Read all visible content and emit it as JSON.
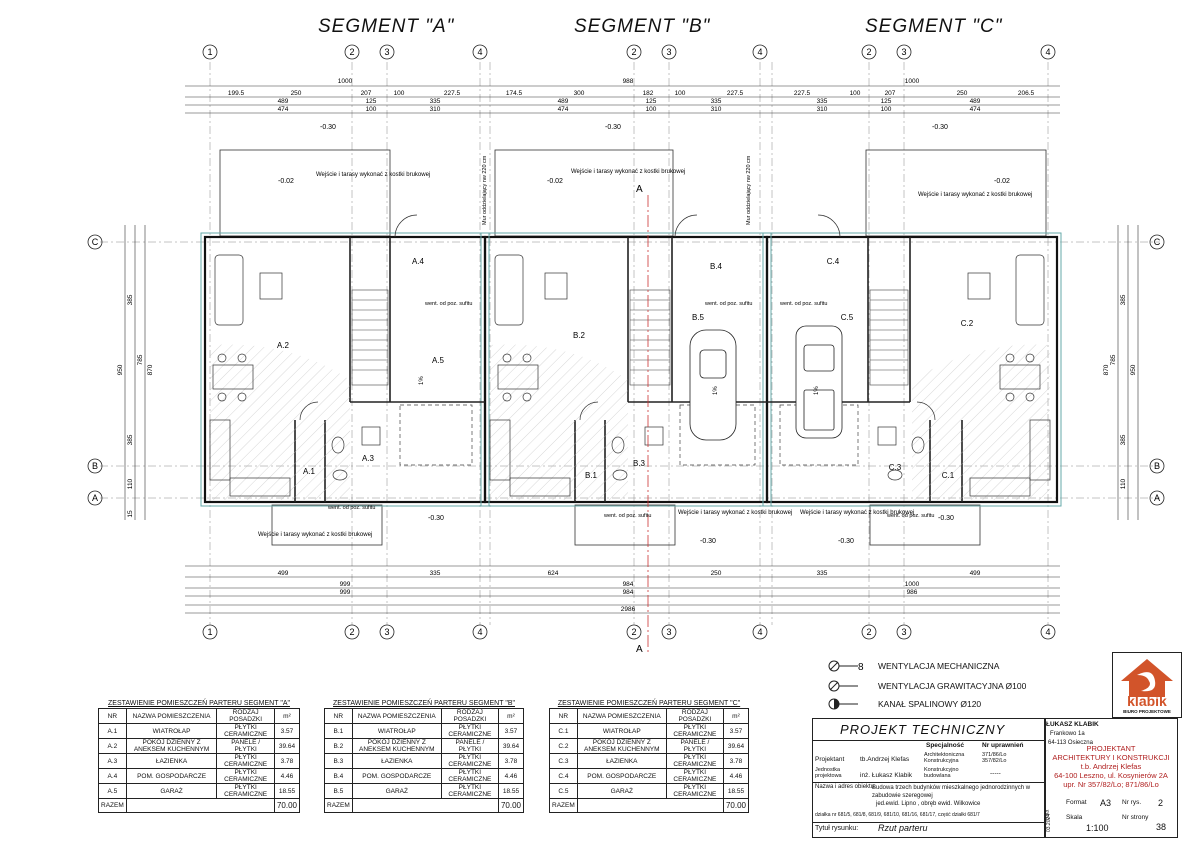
{
  "segments": [
    {
      "title": "SEGMENT \"A\""
    },
    {
      "title": "SEGMENT \"B\""
    },
    {
      "title": "SEGMENT \"C\""
    }
  ],
  "axes": {
    "top_numbers": [
      "1",
      "2",
      "3",
      "4",
      "1",
      "2",
      "3",
      "4",
      "1",
      "2",
      "3",
      "4"
    ],
    "side_letters": [
      "C",
      "B",
      "A"
    ]
  },
  "dimensions": {
    "top_total_a": "1000",
    "top_total_b": "988",
    "top_total_c": "1000",
    "top_row2_a": [
      "199.5",
      "250",
      "207",
      "100",
      "227.5"
    ],
    "top_row2_b": [
      "174.5",
      "300",
      "182",
      "100",
      "227.5"
    ],
    "top_row2_c": [
      "227.5",
      "100",
      "207",
      "250",
      "206.5"
    ],
    "top_row3": [
      "489",
      "125",
      "335",
      "489",
      "125",
      "335",
      "335",
      "125",
      "489"
    ],
    "top_row4": [
      "474",
      "100",
      "310",
      "474",
      "100",
      "310",
      "310",
      "100",
      "474"
    ],
    "bottom_row1": [
      "499",
      "335",
      "624",
      "250",
      "335",
      "499"
    ],
    "bottom_totals": [
      "999",
      "984",
      "1000",
      "999",
      "984",
      "986",
      "2986"
    ],
    "side_left": [
      "385",
      "950",
      "785",
      "870",
      "385",
      "110",
      "15"
    ],
    "side_right": [
      "385",
      "950",
      "785",
      "870",
      "385",
      "110"
    ]
  },
  "rooms": {
    "a": [
      "A.1",
      "A.2",
      "A.3",
      "A.4",
      "A.5"
    ],
    "b": [
      "B.1",
      "B.2",
      "B.3",
      "B.4",
      "B.5"
    ],
    "c": [
      "C.1",
      "C.2",
      "C.3",
      "C.4",
      "C.5"
    ]
  },
  "level_marks": [
    "-0.30",
    "-0.02",
    "-0.30",
    "-0.02",
    "-0.30",
    "-0.02",
    "-0.30",
    "-0.30",
    "-0.30",
    "-0.30"
  ],
  "notes": {
    "terrace": "Wejście i tarasy wykonać z kostki brukowej",
    "vent_ceiling": "went. od poz. sufitu",
    "firewall": "Mur oddzielający nw 220 cm",
    "slope": "1%"
  },
  "section_mark": "A",
  "legend": [
    {
      "symbol": "mech",
      "label": "WENTYLACJA MECHANICZNA"
    },
    {
      "symbol": "grav",
      "label": "WENTYLACJA GRAWITACYJNA Ø100"
    },
    {
      "symbol": "flue",
      "label": "KANAŁ SPALINOWY Ø120"
    }
  ],
  "tables": [
    {
      "caption": "ZESTAWIENIE POMIESZCZEŃ PARTERU SEGMENT \"A\"",
      "headers": [
        "NR",
        "NAZWA POMIESZCZENIA",
        "RODZAJ POSADZKI",
        "m²"
      ],
      "rows": [
        [
          "A.1",
          "WIATROŁAP",
          "PŁYTKI CERAMICZNE",
          "3.57"
        ],
        [
          "A.2",
          "POKÓJ DZIENNY Z ANEKSEM KUCHENNYM",
          "PANELE / PŁYTKI",
          "39.64"
        ],
        [
          "A.3",
          "ŁAZIENKA",
          "PŁYTKI CERAMICZNE",
          "3.78"
        ],
        [
          "A.4",
          "POM. GOSPODARCZE",
          "PŁYTKI CERAMICZNE",
          "4.46"
        ],
        [
          "A.5",
          "GARAŻ",
          "PŁYTKI CERAMICZNE",
          "18.55"
        ]
      ],
      "sum_label": "RAZEM",
      "sum": "70.00"
    },
    {
      "caption": "ZESTAWIENIE POMIESZCZEŃ PARTERU SEGMENT \"B\"",
      "headers": [
        "NR",
        "NAZWA POMIESZCZENIA",
        "RODZAJ POSADZKI",
        "m²"
      ],
      "rows": [
        [
          "B.1",
          "WIATROŁAP",
          "PŁYTKI CERAMICZNE",
          "3.57"
        ],
        [
          "B.2",
          "POKÓJ DZIENNY Z ANEKSEM KUCHENNYM",
          "PANELE / PŁYTKI",
          "39.64"
        ],
        [
          "B.3",
          "ŁAZIENKA",
          "PŁYTKI CERAMICZNE",
          "3.78"
        ],
        [
          "B.4",
          "POM. GOSPODARCZE",
          "PŁYTKI CERAMICZNE",
          "4.46"
        ],
        [
          "B.5",
          "GARAŻ",
          "PŁYTKI CERAMICZNE",
          "18.55"
        ]
      ],
      "sum_label": "RAZEM",
      "sum": "70.00"
    },
    {
      "caption": "ZESTAWIENIE POMIESZCZEŃ PARTERU SEGMENT \"C\"",
      "headers": [
        "NR",
        "NAZWA POMIESZCZENIA",
        "RODZAJ POSADZKI",
        "m²"
      ],
      "rows": [
        [
          "C.1",
          "WIATROŁAP",
          "PŁYTKI CERAMICZNE",
          "3.57"
        ],
        [
          "C.2",
          "POKÓJ DZIENNY Z ANEKSEM KUCHENNYM",
          "PANELE / PŁYTKI",
          "39.64"
        ],
        [
          "C.3",
          "ŁAZIENKA",
          "PŁYTKI CERAMICZNE",
          "3.78"
        ],
        [
          "C.4",
          "POM. GOSPODARCZE",
          "PŁYTKI CERAMICZNE",
          "4.46"
        ],
        [
          "C.5",
          "GARAŻ",
          "PŁYTKI CERAMICZNE",
          "18.55"
        ]
      ],
      "sum_label": "RAZEM",
      "sum": "70.00"
    }
  ],
  "title_block": {
    "title": "PROJEKT TECHNICZNY",
    "author": "ŁUKASZ KLABIK",
    "author_addr1": "Frankowo 1a",
    "author_addr2": "64-113 Osieczna",
    "col_specialty": "Specjalność",
    "col_license": "Nr uprawnień",
    "role1": "Projektant",
    "person1": "tb.Andrzej Klefas",
    "spec1": "Architektoniczna Konstrukcyjna",
    "lic1": "371/86/Lo 357/82/Lo",
    "role2": "Jednostka projektowa",
    "person2": "inż. Łukasz Klabik",
    "spec2": "Konstrukcyjno budowlana",
    "lic2": "-----",
    "object_label": "Nazwa i adres obiektu:",
    "object": "Budowa trzech budynków mieszkalnego jednorodzinnych w zabudowie szeregowej",
    "location": "jed.ewid. Lipno , obręb ewid. Wilkowice",
    "plots": "działka nr 681/5, 681/8, 681/9, 681/10, 681/16, 681/17, część działki 681/7",
    "drawing_label": "Tytuł rysunku:",
    "drawing": "Rzut parteru",
    "date_label": "Data",
    "date": "03.2024",
    "format_label": "Format",
    "format": "A3",
    "scale_label": "Skala",
    "scale": "1:100",
    "drw_no_label": "Nr rys.",
    "drw_no": "2",
    "page_no_label": "Nr strony",
    "page_no": "38",
    "logo_text": "klabik",
    "logo_sub": "BIURO PROJEKTOWE",
    "office1": "PROJEKTANT",
    "office2": "ARCHITEKTURY I KONSTRUKCJI",
    "office3": "t.b. Andrzej Klefas",
    "office4": "64-100 Leszno, ul. Kosynierów 2A",
    "office5": "upr. Nr 357/82/Lo; 871/86/Lo"
  }
}
